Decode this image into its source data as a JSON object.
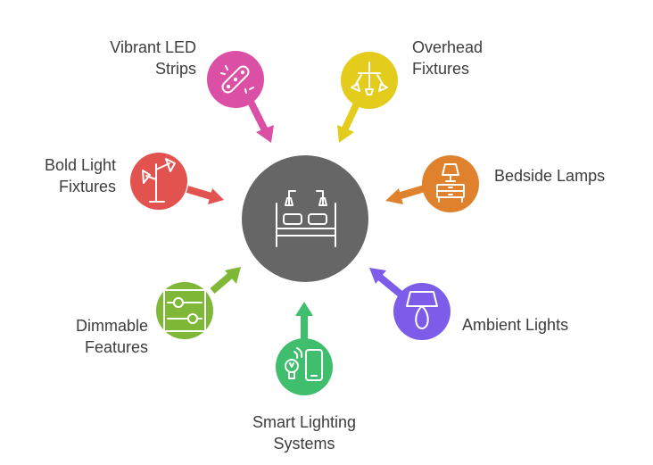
{
  "center": {
    "icon": "bed-with-lamps-icon",
    "color": "#666666"
  },
  "items": [
    {
      "key": "vibrant-led-strips",
      "line1": "Vibrant LED",
      "line2": "Strips",
      "color": "#db4fa5",
      "icon": "led-strip-icon"
    },
    {
      "key": "overhead-fixtures",
      "line1": "Overhead",
      "line2": "Fixtures",
      "color": "#e4cc1c",
      "icon": "ceiling-light-icon"
    },
    {
      "key": "bedside-lamps",
      "line1": "Bedside Lamps",
      "line2": "",
      "color": "#e0822d",
      "icon": "nightstand-lamp-icon"
    },
    {
      "key": "ambient-lights",
      "line1": "Ambient Lights",
      "line2": "",
      "color": "#7c5ce8",
      "icon": "pendant-lamp-icon"
    },
    {
      "key": "smart-lighting-systems",
      "line1": "Smart Lighting",
      "line2": "Systems",
      "color": "#3fbf6e",
      "icon": "smartphone-bulb-icon"
    },
    {
      "key": "dimmable-features",
      "line1": "Dimmable",
      "line2": "Features",
      "color": "#7fb836",
      "icon": "slider-controls-icon"
    },
    {
      "key": "bold-light-fixtures",
      "line1": "Bold Light",
      "line2": "Fixtures",
      "color": "#e25350",
      "icon": "floor-lamp-icon"
    }
  ]
}
